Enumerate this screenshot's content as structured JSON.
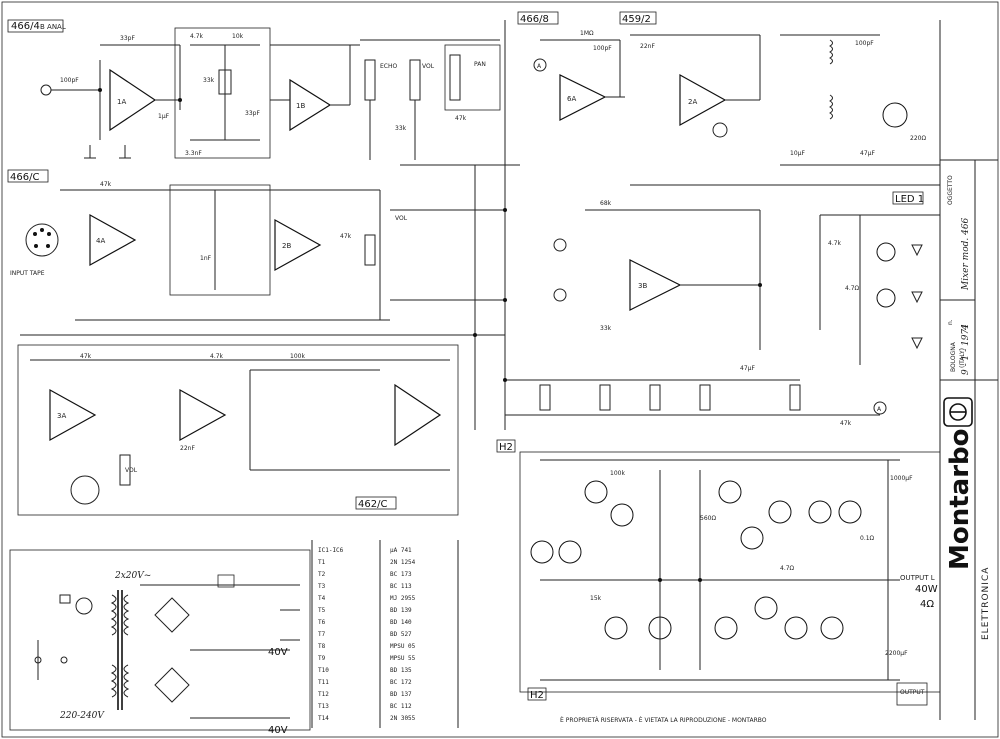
{
  "sections": {
    "s466_4": "466/4",
    "s466_4_sub": "B ANAL",
    "s466_8": "466/8",
    "s459_2": "459/2",
    "s466_c": "466/C",
    "s462_c": "462/C",
    "h2_top": "H2",
    "h2_bottom": "H2",
    "led": "LED 1"
  },
  "title_block": {
    "brand": "Montarbo",
    "sub": "ELETTRONICA",
    "city": "BOLOGNA",
    "country": "(ITALY)",
    "object_label": "OGGETTO",
    "object_value": "Mixer mod. 466",
    "num_label": "n.",
    "num_value": "4",
    "date_value": "9 - 1 - 1971"
  },
  "controls": {
    "echo": "ECHO",
    "vol": "VOL",
    "pan": "PAN",
    "vol2": "VOL",
    "vol3": "VOL",
    "output_l": "OUTPUT L",
    "power_rating": "40W",
    "impedance": "4Ω",
    "output_r": "OUTPUT",
    "input_tape": "INPUT TAPE"
  },
  "power_supply": {
    "mains": "2x20V~",
    "v40_top": "40V",
    "v40_bottom": "40V",
    "primary": "220-240V"
  },
  "transistor_table": {
    "rows": [
      {
        "ref": "IC1-IC6",
        "type": "μA 741"
      },
      {
        "ref": "T1",
        "type": "2N 1254"
      },
      {
        "ref": "T2",
        "type": "BC 173"
      },
      {
        "ref": "T3",
        "type": "BC 113"
      },
      {
        "ref": "T4",
        "type": "MJ 2955"
      },
      {
        "ref": "T5",
        "type": "BD 139"
      },
      {
        "ref": "T6",
        "type": "BD 140"
      },
      {
        "ref": "T7",
        "type": "BD 527"
      },
      {
        "ref": "T8",
        "type": "MPSU 05"
      },
      {
        "ref": "T9",
        "type": "MPSU 55"
      },
      {
        "ref": "T10",
        "type": "BD 135"
      },
      {
        "ref": "T11",
        "type": "BC 172"
      },
      {
        "ref": "T12",
        "type": "BD 137"
      },
      {
        "ref": "T13",
        "type": "BC 112"
      },
      {
        "ref": "T14",
        "type": "2N 3055"
      }
    ]
  },
  "opamps": {
    "a1": "1A",
    "a2": "1B",
    "a3": "6A",
    "a4": "2A",
    "a5": "2B",
    "a6": "3B",
    "a7": "3A",
    "a8": "4A"
  },
  "component_labels": {
    "c1": "33pF",
    "c2": "1MΩ",
    "c3": "10k",
    "c4": "4.7k",
    "c5": "47k",
    "c6": "33k",
    "c7": "100pF",
    "c8": "22nF",
    "c9": "1μF",
    "c10": "10μF",
    "c11": "47μF",
    "c12": "220Ω",
    "c13": "0.1Ω",
    "c14": "4.7Ω",
    "c15": "1000μF",
    "c16": "2200μF",
    "c17": "1nF",
    "c18": "68k",
    "c19": "15k",
    "c20": "100k",
    "c21": "3.3nF",
    "c22": "560Ω"
  },
  "footer_note": "È PROPRIETÀ RISERVATA - È VIETATA LA RIPRODUZIONE - MONTARBO"
}
